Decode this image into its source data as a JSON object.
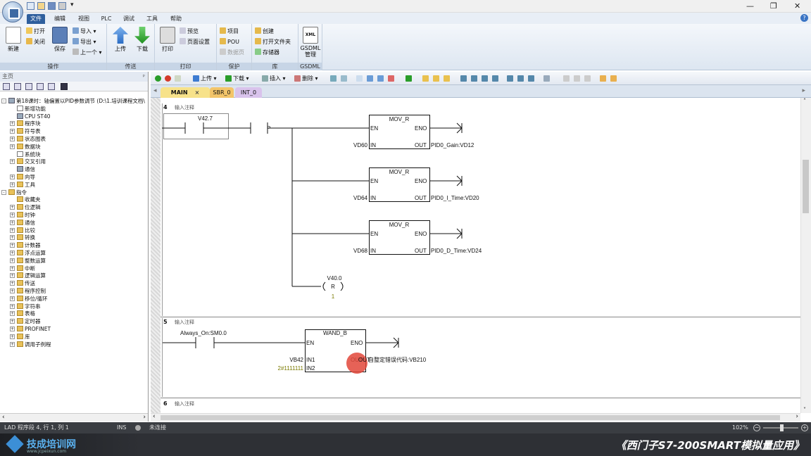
{
  "window": {
    "quick_access_arrow": "▾",
    "minimize": "—",
    "restore": "❐",
    "close": "✕"
  },
  "menu": {
    "tabs": [
      "文件",
      "编辑",
      "视图",
      "PLC",
      "调试",
      "工具",
      "帮助"
    ],
    "help": "?"
  },
  "ribbon": {
    "groups": [
      "操作",
      "传送",
      "打印",
      "保护",
      "库",
      "GSDML"
    ],
    "new": "新建",
    "open": "打开",
    "close": "关闭",
    "save": "保存",
    "import": "导入",
    "export": "导出",
    "previous": "上一个",
    "upload": "上传",
    "download": "下载",
    "print": "打印",
    "preview": "预览",
    "page_setup": "页面设置",
    "project": "项目",
    "pou": "POU",
    "data_page": "数据页",
    "create": "创建",
    "open_folder": "打开文件夹",
    "memory": "存储器",
    "gsdml": "GSDML\n管理",
    "xml": "XML"
  },
  "left_pane": {
    "title": "主页",
    "pin": "ᵖ",
    "tree": [
      {
        "label": "第18课时：轴偏置以PID参数调节 (D:\\1.培训课程文档\\",
        "level": 0,
        "expand": "-",
        "icon": "cpu"
      },
      {
        "label": "新增功能",
        "level": 1,
        "icon": "doc"
      },
      {
        "label": "CPU ST40",
        "level": 1,
        "icon": "cpu"
      },
      {
        "label": "程序块",
        "level": 1,
        "expand": "+",
        "icon": "folder"
      },
      {
        "label": "符号表",
        "level": 1,
        "expand": "+",
        "icon": "folder"
      },
      {
        "label": "状态图表",
        "level": 1,
        "expand": "+",
        "icon": "folder"
      },
      {
        "label": "数据块",
        "level": 1,
        "expand": "+",
        "icon": "folder"
      },
      {
        "label": "系统块",
        "level": 1,
        "icon": "doc"
      },
      {
        "label": "交叉引用",
        "level": 1,
        "expand": "+",
        "icon": "folder"
      },
      {
        "label": "通信",
        "level": 1,
        "icon": "cpu"
      },
      {
        "label": "向导",
        "level": 1,
        "expand": "+",
        "icon": "folder"
      },
      {
        "label": "工具",
        "level": 1,
        "expand": "+",
        "icon": "folder"
      },
      {
        "label": "指令",
        "level": 0,
        "expand": "-",
        "icon": "folder"
      },
      {
        "label": "收藏夹",
        "level": 1,
        "icon": "folder"
      },
      {
        "label": "位逻辑",
        "level": 1,
        "expand": "+",
        "icon": "folder"
      },
      {
        "label": "时钟",
        "level": 1,
        "expand": "+",
        "icon": "folder"
      },
      {
        "label": "通信",
        "level": 1,
        "expand": "+",
        "icon": "folder"
      },
      {
        "label": "比较",
        "level": 1,
        "expand": "+",
        "icon": "folder"
      },
      {
        "label": "转换",
        "level": 1,
        "expand": "+",
        "icon": "folder"
      },
      {
        "label": "计数器",
        "level": 1,
        "expand": "+",
        "icon": "folder"
      },
      {
        "label": "浮点运算",
        "level": 1,
        "expand": "+",
        "icon": "folder"
      },
      {
        "label": "整数运算",
        "level": 1,
        "expand": "+",
        "icon": "folder"
      },
      {
        "label": "中断",
        "level": 1,
        "expand": "+",
        "icon": "folder"
      },
      {
        "label": "逻辑运算",
        "level": 1,
        "expand": "+",
        "icon": "folder"
      },
      {
        "label": "传送",
        "level": 1,
        "expand": "+",
        "icon": "folder"
      },
      {
        "label": "程序控制",
        "level": 1,
        "expand": "+",
        "icon": "folder"
      },
      {
        "label": "移位/循环",
        "level": 1,
        "expand": "+",
        "icon": "folder"
      },
      {
        "label": "字符串",
        "level": 1,
        "expand": "+",
        "icon": "folder"
      },
      {
        "label": "表格",
        "level": 1,
        "expand": "+",
        "icon": "folder"
      },
      {
        "label": "定时器",
        "level": 1,
        "expand": "+",
        "icon": "folder"
      },
      {
        "label": "PROFINET",
        "level": 1,
        "expand": "+",
        "icon": "folder"
      },
      {
        "label": "库",
        "level": 1,
        "expand": "+",
        "icon": "folder"
      },
      {
        "label": "调用子例程",
        "level": 1,
        "expand": "+",
        "icon": "folder"
      }
    ]
  },
  "editor_toolbar": {
    "upload": "上传",
    "download": "下载",
    "insert": "插入",
    "delete": "删除"
  },
  "tabs": [
    {
      "label": "MAIN",
      "active": true,
      "color": "#f7e28a"
    },
    {
      "label": "SBR_0",
      "active": false,
      "color": "#f3c56a"
    },
    {
      "label": "INT_0",
      "active": false,
      "color": "#d9c3ec"
    }
  ],
  "ladder": {
    "comment": "输入注释",
    "net4": {
      "num": "4",
      "contact": "V42.7",
      "edge": "P",
      "blocks": [
        {
          "name": "MOV_R",
          "in": "VD60",
          "out": "PID0_Gain:VD12"
        },
        {
          "name": "MOV_R",
          "in": "VD64",
          "out": "PID0_I_Time:VD20"
        },
        {
          "name": "MOV_R",
          "in": "VD68",
          "out": "PID0_D_Time:VD24"
        }
      ],
      "coil": "V40.0",
      "coil_type": "R",
      "coil_n": "1"
    },
    "net5": {
      "num": "5",
      "contact": "Always_On:SM0.0",
      "block": "WAND_B",
      "in1": "VB42",
      "in2": "2#1111111",
      "out": "自整定错误代码:VB210"
    },
    "net6": {
      "num": "6"
    },
    "pins": {
      "en": "EN",
      "eno": "ENO",
      "in": "IN",
      "out": "OUT",
      "in1": "IN1",
      "in2": "IN2"
    }
  },
  "status": {
    "position": "LAD 程序段 4, 行 1, 列 1",
    "mode": "INS",
    "connection": "未连接",
    "zoom": "102%"
  },
  "footer": {
    "logo": "技成培训网",
    "site": "www.jcpeixun.com",
    "course": "《西门子S7-200SMART模拟量应用》"
  }
}
